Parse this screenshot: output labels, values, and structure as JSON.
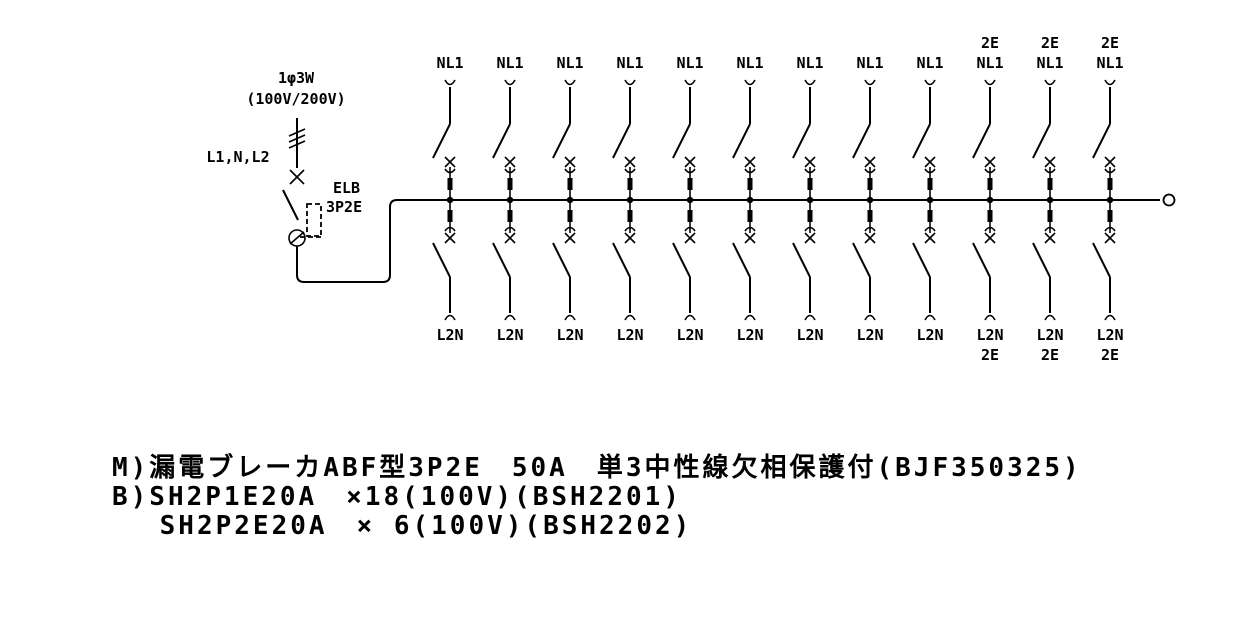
{
  "supply": {
    "system": "1φ3W",
    "voltage": "(100V/200V)",
    "lines": "L1,N,L2",
    "main_breaker": {
      "type": "ELB",
      "poles": "3P2E"
    }
  },
  "branches": [
    {
      "top": [
        "NL1"
      ],
      "bottom": [
        "L2N"
      ]
    },
    {
      "top": [
        "NL1"
      ],
      "bottom": [
        "L2N"
      ]
    },
    {
      "top": [
        "NL1"
      ],
      "bottom": [
        "L2N"
      ]
    },
    {
      "top": [
        "NL1"
      ],
      "bottom": [
        "L2N"
      ]
    },
    {
      "top": [
        "NL1"
      ],
      "bottom": [
        "L2N"
      ]
    },
    {
      "top": [
        "NL1"
      ],
      "bottom": [
        "L2N"
      ]
    },
    {
      "top": [
        "NL1"
      ],
      "bottom": [
        "L2N"
      ]
    },
    {
      "top": [
        "NL1"
      ],
      "bottom": [
        "L2N"
      ]
    },
    {
      "top": [
        "NL1"
      ],
      "bottom": [
        "L2N"
      ]
    },
    {
      "top": [
        "2E",
        "NL1"
      ],
      "bottom": [
        "L2N",
        "2E"
      ]
    },
    {
      "top": [
        "2E",
        "NL1"
      ],
      "bottom": [
        "L2N",
        "2E"
      ]
    },
    {
      "top": [
        "2E",
        "NL1"
      ],
      "bottom": [
        "L2N",
        "2E"
      ]
    }
  ],
  "legend": [
    "M)漏電ブレーカABF型3P2E　50A　単3中性線欠相保護付(BJF350325)",
    "B)SH2P1E20A　×18(100V)(BSH2201)",
    "　 SH2P2E20A　× 6(100V)(BSH2202)"
  ]
}
